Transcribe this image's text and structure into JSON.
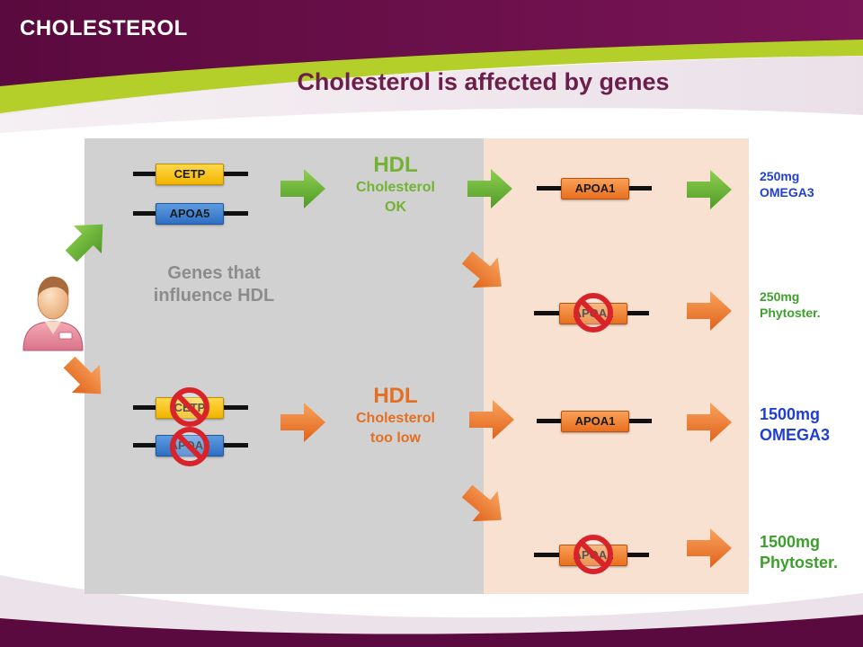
{
  "header": {
    "title": "CHOLESTEROL"
  },
  "slide_title": "Cholesterol is affected by genes",
  "genes": {
    "cetp": "CETP",
    "apoa5": "APOA5",
    "apoa1": "APOA1"
  },
  "left_label": [
    "Genes that",
    "influence HDL"
  ],
  "hdl_ok": {
    "title": "HDL",
    "line1": "Cholesterol",
    "line2": "OK"
  },
  "hdl_low": {
    "title": "HDL",
    "line1": "Cholesterol",
    "line2": "too low"
  },
  "recommendations": [
    {
      "amount": "250mg",
      "name": "OMEGA3"
    },
    {
      "amount": "250mg",
      "name": "Phytoster."
    },
    {
      "amount": "1500mg",
      "name": "OMEGA3"
    },
    {
      "amount": "1500mg",
      "name": "Phytoster."
    }
  ],
  "colors": {
    "header_purple": "#5c0a3e",
    "swoosh_green": "#b5cf2a",
    "title_purple": "#6b1f4a",
    "arrow_green": "#6bb536",
    "arrow_orange": "#ee7a2c",
    "no_sign_red": "#d9232a"
  }
}
